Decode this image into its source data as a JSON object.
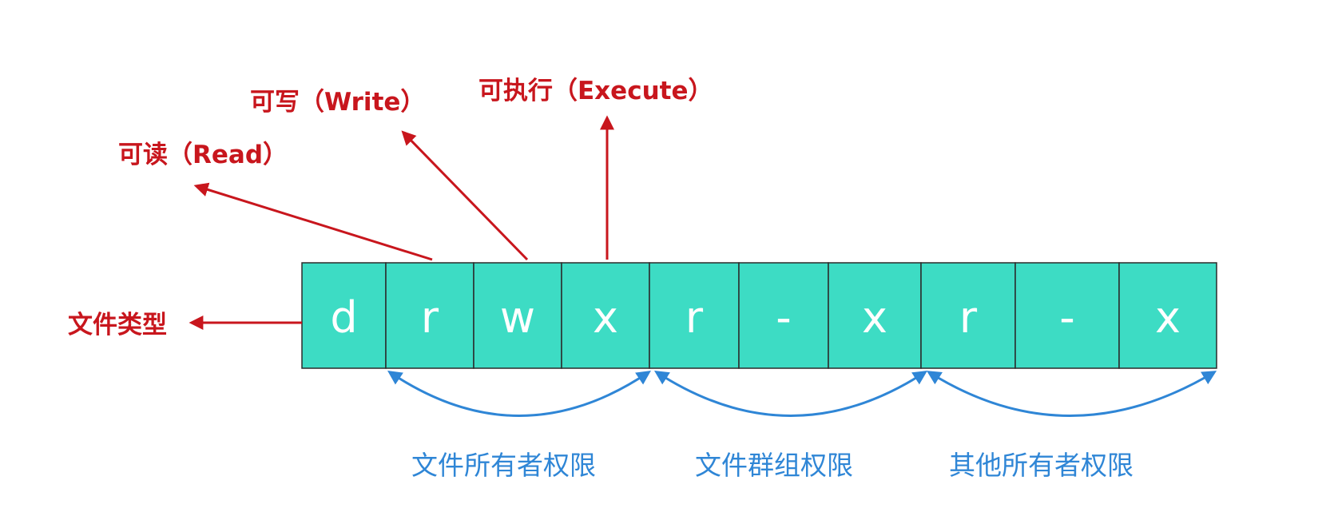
{
  "colors": {
    "cell_fill": "#3ddcc4",
    "cell_border": "#2b2b2b",
    "red_annotation": "#c8161d",
    "blue_annotation": "#2f86d6",
    "cell_text": "#ffffff"
  },
  "cells": [
    "d",
    "r",
    "w",
    "x",
    "r",
    "-",
    "x",
    "r",
    "-",
    "x"
  ],
  "labels": {
    "file_type": "文件类型",
    "read": "可读（Read）",
    "write": "可写（Write）",
    "execute": "可执行（Execute）",
    "owner": "文件所有者权限",
    "group": "文件群组权限",
    "others": "其他所有者权限"
  }
}
